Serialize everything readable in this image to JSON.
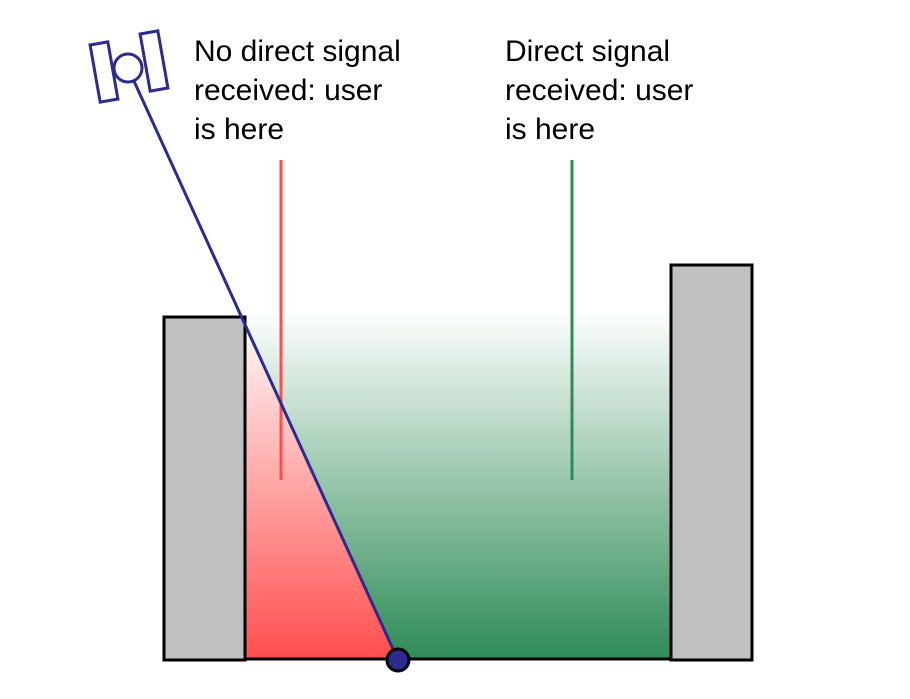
{
  "labels": {
    "no_signal": {
      "lines": [
        "No direct signal",
        "received: user",
        "is here"
      ]
    },
    "direct_signal": {
      "lines": [
        "Direct signal",
        "received: user",
        "is here"
      ]
    }
  },
  "icons": {
    "satellite": "satellite-icon",
    "receiver": "receiver-point-icon"
  },
  "colors": {
    "no_signal": "#ff4d4d",
    "direct_signal": "#2e8b57",
    "signal_line": "#2b2b91",
    "building_fill": "#c0c0c0",
    "building_stroke": "#000000",
    "receiver_fill": "#2b2b91"
  }
}
